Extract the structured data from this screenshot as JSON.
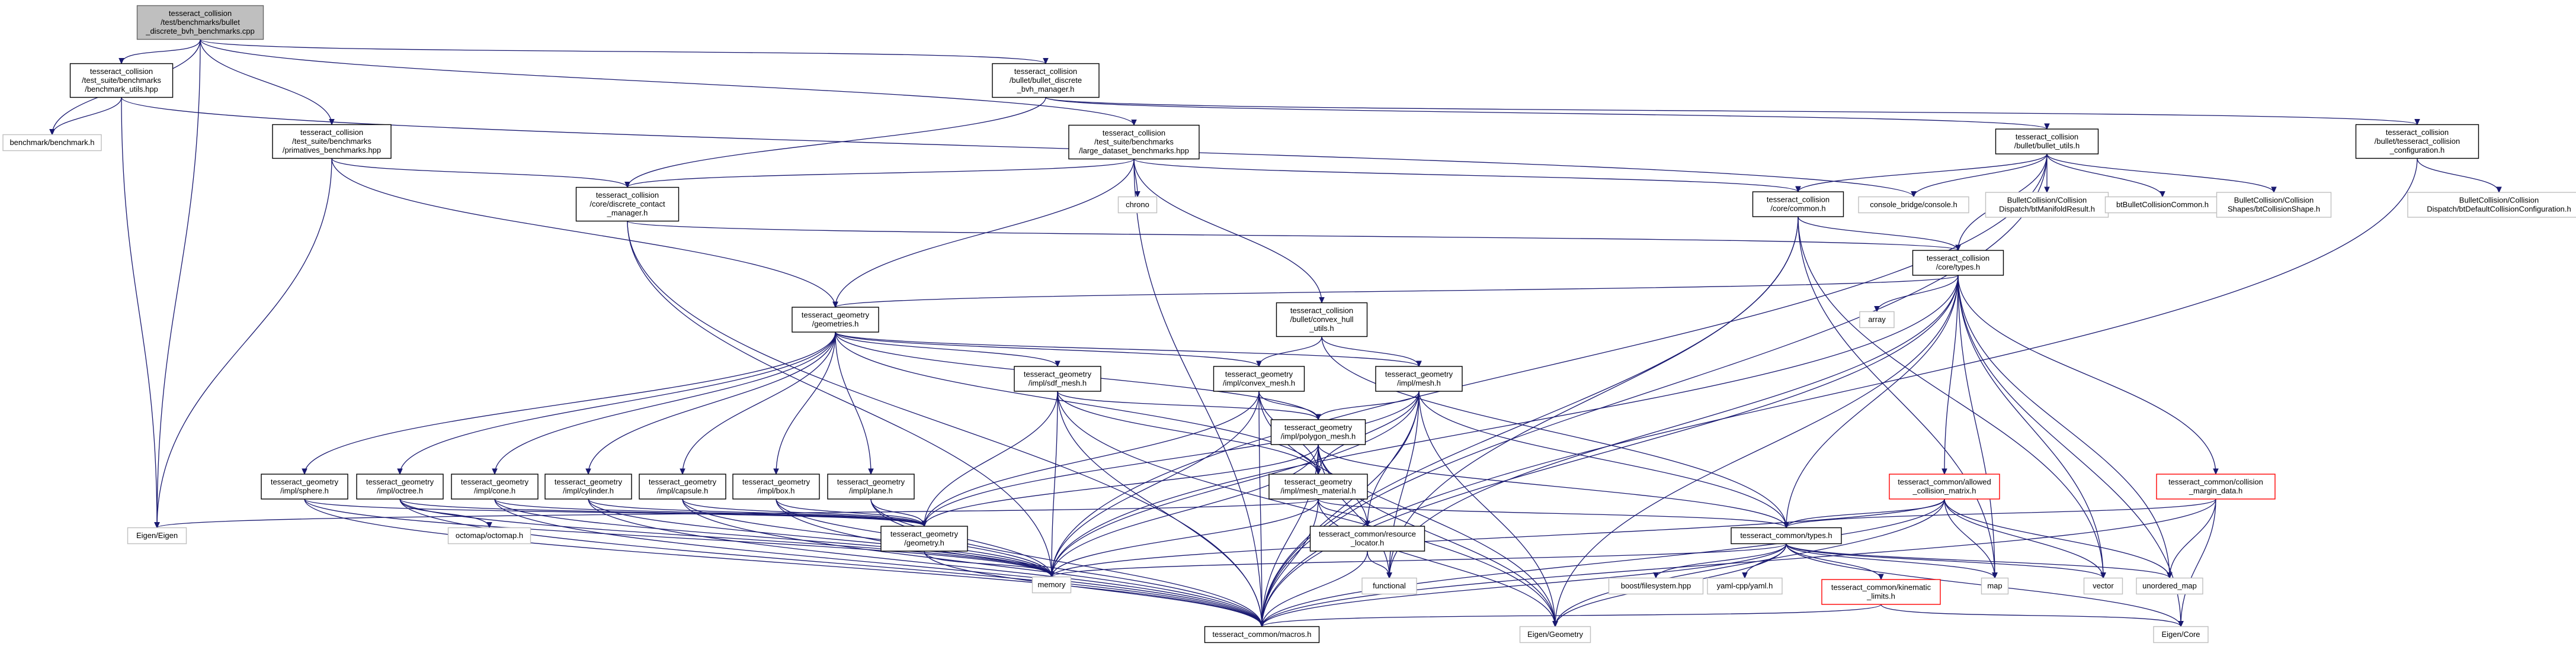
{
  "nodes": [
    {
      "id": "root",
      "lines": [
        "tesseract_collision",
        "/test/benchmarks/bullet",
        "_discrete_bvh_benchmarks.cpp"
      ],
      "style": "root"
    },
    {
      "id": "bench_utils",
      "lines": [
        "tesseract_collision",
        "/test_suite/benchmarks",
        "/benchmark_utils.hpp"
      ],
      "style": "doc"
    },
    {
      "id": "benchmark_h",
      "lines": [
        "benchmark/benchmark.h"
      ],
      "style": "leaf"
    },
    {
      "id": "prim_bench",
      "lines": [
        "tesseract_collision",
        "/test_suite/benchmarks",
        "/primatives_benchmarks.hpp"
      ],
      "style": "doc"
    },
    {
      "id": "bullet_bvh_mgr",
      "lines": [
        "tesseract_collision",
        "/bullet/bullet_discrete",
        "_bvh_manager.h"
      ],
      "style": "doc"
    },
    {
      "id": "large_dataset",
      "lines": [
        "tesseract_collision",
        "/test_suite/benchmarks",
        "/large_dataset_benchmarks.hpp"
      ],
      "style": "doc"
    },
    {
      "id": "bullet_utils",
      "lines": [
        "tesseract_collision",
        "/bullet/bullet_utils.h"
      ],
      "style": "doc"
    },
    {
      "id": "bullet_config",
      "lines": [
        "tesseract_collision",
        "/bullet/tesseract_collision",
        "_configuration.h"
      ],
      "style": "doc"
    },
    {
      "id": "bt_default_cfg",
      "lines": [
        "BulletCollision/Collision",
        "Dispatch/btDefaultCollisionConfiguration.h"
      ],
      "style": "leaf"
    },
    {
      "id": "discrete_mgr",
      "lines": [
        "tesseract_collision",
        "/core/discrete_contact",
        "_manager.h"
      ],
      "style": "doc"
    },
    {
      "id": "chrono",
      "lines": [
        "chrono"
      ],
      "style": "leaf"
    },
    {
      "id": "core_common",
      "lines": [
        "tesseract_collision",
        "/core/common.h"
      ],
      "style": "doc"
    },
    {
      "id": "console_h",
      "lines": [
        "console_bridge/console.h"
      ],
      "style": "leaf"
    },
    {
      "id": "bt_manifold",
      "lines": [
        "BulletCollision/Collision",
        "Dispatch/btManifoldResult.h"
      ],
      "style": "leaf"
    },
    {
      "id": "bt_common",
      "lines": [
        "btBulletCollisionCommon.h"
      ],
      "style": "leaf"
    },
    {
      "id": "bt_shape",
      "lines": [
        "BulletCollision/Collision",
        "Shapes/btCollisionShape.h"
      ],
      "style": "leaf"
    },
    {
      "id": "core_types",
      "lines": [
        "tesseract_collision",
        "/core/types.h"
      ],
      "style": "doc"
    },
    {
      "id": "array",
      "lines": [
        "array"
      ],
      "style": "leaf"
    },
    {
      "id": "geometries_h",
      "lines": [
        "tesseract_geometry",
        "/geometries.h"
      ],
      "style": "doc"
    },
    {
      "id": "convex_hull",
      "lines": [
        "tesseract_collision",
        "/bullet/convex_hull",
        "_utils.h"
      ],
      "style": "doc"
    },
    {
      "id": "sdf_mesh",
      "lines": [
        "tesseract_geometry",
        "/impl/sdf_mesh.h"
      ],
      "style": "doc"
    },
    {
      "id": "convex_mesh",
      "lines": [
        "tesseract_geometry",
        "/impl/convex_mesh.h"
      ],
      "style": "doc"
    },
    {
      "id": "mesh_h",
      "lines": [
        "tesseract_geometry",
        "/impl/mesh.h"
      ],
      "style": "doc"
    },
    {
      "id": "polygon_mesh",
      "lines": [
        "tesseract_geometry",
        "/impl/polygon_mesh.h"
      ],
      "style": "doc"
    },
    {
      "id": "sphere",
      "lines": [
        "tesseract_geometry",
        "/impl/sphere.h"
      ],
      "style": "doc"
    },
    {
      "id": "octree",
      "lines": [
        "tesseract_geometry",
        "/impl/octree.h"
      ],
      "style": "doc"
    },
    {
      "id": "cone",
      "lines": [
        "tesseract_geometry",
        "/impl/cone.h"
      ],
      "style": "doc"
    },
    {
      "id": "cylinder",
      "lines": [
        "tesseract_geometry",
        "/impl/cylinder.h"
      ],
      "style": "doc"
    },
    {
      "id": "capsule",
      "lines": [
        "tesseract_geometry",
        "/impl/capsule.h"
      ],
      "style": "doc"
    },
    {
      "id": "box",
      "lines": [
        "tesseract_geometry",
        "/impl/box.h"
      ],
      "style": "doc"
    },
    {
      "id": "plane",
      "lines": [
        "tesseract_geometry",
        "/impl/plane.h"
      ],
      "style": "doc"
    },
    {
      "id": "mesh_material",
      "lines": [
        "tesseract_geometry",
        "/impl/mesh_material.h"
      ],
      "style": "doc"
    },
    {
      "id": "allowed_cm",
      "lines": [
        "tesseract_common/allowed",
        "_collision_matrix.h"
      ],
      "style": "red"
    },
    {
      "id": "coll_margin",
      "lines": [
        "tesseract_common/collision",
        "_margin_data.h"
      ],
      "style": "red"
    },
    {
      "id": "eigen_eigen",
      "lines": [
        "Eigen/Eigen"
      ],
      "style": "leaf"
    },
    {
      "id": "octomap",
      "lines": [
        "octomap/octomap.h"
      ],
      "style": "leaf"
    },
    {
      "id": "geometry_h",
      "lines": [
        "tesseract_geometry",
        "/geometry.h"
      ],
      "style": "doc"
    },
    {
      "id": "resource_loc",
      "lines": [
        "tesseract_common/resource",
        "_locator.h"
      ],
      "style": "doc"
    },
    {
      "id": "common_types",
      "lines": [
        "tesseract_common/types.h"
      ],
      "style": "doc"
    },
    {
      "id": "memory",
      "lines": [
        "memory"
      ],
      "style": "leaf"
    },
    {
      "id": "functional",
      "lines": [
        "functional"
      ],
      "style": "leaf"
    },
    {
      "id": "filesystem",
      "lines": [
        "boost/filesystem.hpp"
      ],
      "style": "leaf"
    },
    {
      "id": "yaml",
      "lines": [
        "yaml-cpp/yaml.h"
      ],
      "style": "leaf"
    },
    {
      "id": "kin_limits",
      "lines": [
        "tesseract_common/kinematic",
        "_limits.h"
      ],
      "style": "red"
    },
    {
      "id": "map",
      "lines": [
        "map"
      ],
      "style": "leaf"
    },
    {
      "id": "vector",
      "lines": [
        "vector"
      ],
      "style": "leaf"
    },
    {
      "id": "unordered_map",
      "lines": [
        "unordered_map"
      ],
      "style": "leaf"
    },
    {
      "id": "macros",
      "lines": [
        "tesseract_common/macros.h"
      ],
      "style": "doc"
    },
    {
      "id": "eigen_geometry",
      "lines": [
        "Eigen/Geometry"
      ],
      "style": "leaf"
    },
    {
      "id": "eigen_core",
      "lines": [
        "Eigen/Core"
      ],
      "style": "leaf"
    }
  ],
  "edges": [
    [
      "root",
      "bench_utils"
    ],
    [
      "root",
      "benchmark_h"
    ],
    [
      "root",
      "prim_bench"
    ],
    [
      "root",
      "bullet_bvh_mgr"
    ],
    [
      "root",
      "large_dataset"
    ],
    [
      "root",
      "eigen_eigen"
    ],
    [
      "bench_utils",
      "benchmark_h"
    ],
    [
      "bench_utils",
      "eigen_eigen"
    ],
    [
      "bench_utils",
      "console_h"
    ],
    [
      "prim_bench",
      "discrete_mgr"
    ],
    [
      "prim_bench",
      "geometries_h"
    ],
    [
      "prim_bench",
      "eigen_eigen"
    ],
    [
      "bullet_bvh_mgr",
      "discrete_mgr"
    ],
    [
      "bullet_bvh_mgr",
      "bullet_utils"
    ],
    [
      "bullet_bvh_mgr",
      "bullet_config"
    ],
    [
      "large_dataset",
      "discrete_mgr"
    ],
    [
      "large_dataset",
      "chrono"
    ],
    [
      "large_dataset",
      "core_common"
    ],
    [
      "large_dataset",
      "convex_hull"
    ],
    [
      "large_dataset",
      "geometries_h"
    ],
    [
      "large_dataset",
      "macros"
    ],
    [
      "bullet_utils",
      "core_common"
    ],
    [
      "bullet_utils",
      "console_h"
    ],
    [
      "bullet_utils",
      "bt_manifold"
    ],
    [
      "bullet_utils",
      "bt_common"
    ],
    [
      "bullet_utils",
      "bt_shape"
    ],
    [
      "bullet_utils",
      "core_types"
    ],
    [
      "bullet_utils",
      "macros"
    ],
    [
      "bullet_utils",
      "memory"
    ],
    [
      "bullet_config",
      "bt_default_cfg"
    ],
    [
      "bullet_config",
      "macros"
    ],
    [
      "discrete_mgr",
      "core_types"
    ],
    [
      "discrete_mgr",
      "memory"
    ],
    [
      "discrete_mgr",
      "macros"
    ],
    [
      "core_common",
      "core_types"
    ],
    [
      "core_common",
      "map"
    ],
    [
      "core_common",
      "vector"
    ],
    [
      "core_common",
      "macros"
    ],
    [
      "core_common",
      "functional"
    ],
    [
      "core_types",
      "geometries_h"
    ],
    [
      "core_types",
      "array"
    ],
    [
      "core_types",
      "allowed_cm"
    ],
    [
      "core_types",
      "coll_margin"
    ],
    [
      "core_types",
      "common_types"
    ],
    [
      "core_types",
      "map"
    ],
    [
      "core_types",
      "vector"
    ],
    [
      "core_types",
      "unordered_map"
    ],
    [
      "core_types",
      "functional"
    ],
    [
      "core_types",
      "memory"
    ],
    [
      "core_types",
      "macros"
    ],
    [
      "core_types",
      "eigen_core"
    ],
    [
      "core_types",
      "eigen_geometry"
    ],
    [
      "convex_hull",
      "convex_mesh"
    ],
    [
      "convex_hull",
      "mesh_h"
    ],
    [
      "convex_hull",
      "common_types"
    ],
    [
      "geometries_h",
      "sdf_mesh"
    ],
    [
      "geometries_h",
      "convex_mesh"
    ],
    [
      "geometries_h",
      "mesh_h"
    ],
    [
      "geometries_h",
      "polygon_mesh"
    ],
    [
      "geometries_h",
      "sphere"
    ],
    [
      "geometries_h",
      "octree"
    ],
    [
      "geometries_h",
      "cone"
    ],
    [
      "geometries_h",
      "cylinder"
    ],
    [
      "geometries_h",
      "capsule"
    ],
    [
      "geometries_h",
      "box"
    ],
    [
      "geometries_h",
      "plane"
    ],
    [
      "geometries_h",
      "mesh_material"
    ],
    [
      "sdf_mesh",
      "polygon_mesh"
    ],
    [
      "sdf_mesh",
      "mesh_material"
    ],
    [
      "sdf_mesh",
      "geometry_h"
    ],
    [
      "sdf_mesh",
      "memory"
    ],
    [
      "sdf_mesh",
      "macros"
    ],
    [
      "sdf_mesh",
      "eigen_geometry"
    ],
    [
      "convex_mesh",
      "polygon_mesh"
    ],
    [
      "convex_mesh",
      "mesh_material"
    ],
    [
      "convex_mesh",
      "geometry_h"
    ],
    [
      "convex_mesh",
      "memory"
    ],
    [
      "convex_mesh",
      "macros"
    ],
    [
      "convex_mesh",
      "eigen_geometry"
    ],
    [
      "mesh_h",
      "polygon_mesh"
    ],
    [
      "mesh_h",
      "mesh_material"
    ],
    [
      "mesh_h",
      "geometry_h"
    ],
    [
      "mesh_h",
      "memory"
    ],
    [
      "mesh_h",
      "macros"
    ],
    [
      "mesh_h",
      "eigen_geometry"
    ],
    [
      "mesh_h",
      "resource_loc"
    ],
    [
      "mesh_h",
      "common_types"
    ],
    [
      "mesh_h",
      "functional"
    ],
    [
      "polygon_mesh",
      "geometry_h"
    ],
    [
      "polygon_mesh",
      "mesh_material"
    ],
    [
      "polygon_mesh",
      "resource_loc"
    ],
    [
      "polygon_mesh",
      "memory"
    ],
    [
      "polygon_mesh",
      "macros"
    ],
    [
      "polygon_mesh",
      "eigen_geometry"
    ],
    [
      "polygon_mesh",
      "common_types"
    ],
    [
      "polygon_mesh",
      "functional"
    ],
    [
      "mesh_material",
      "resource_loc"
    ],
    [
      "mesh_material",
      "common_types"
    ],
    [
      "mesh_material",
      "eigen_eigen"
    ],
    [
      "mesh_material",
      "memory"
    ],
    [
      "mesh_material",
      "macros"
    ],
    [
      "mesh_material",
      "eigen_geometry"
    ],
    [
      "sphere",
      "geometry_h"
    ],
    [
      "sphere",
      "memory"
    ],
    [
      "sphere",
      "macros"
    ],
    [
      "octree",
      "geometry_h"
    ],
    [
      "octree",
      "octomap"
    ],
    [
      "octree",
      "memory"
    ],
    [
      "octree",
      "macros"
    ],
    [
      "cone",
      "geometry_h"
    ],
    [
      "cone",
      "memory"
    ],
    [
      "cone",
      "macros"
    ],
    [
      "cylinder",
      "geometry_h"
    ],
    [
      "cylinder",
      "memory"
    ],
    [
      "cylinder",
      "macros"
    ],
    [
      "capsule",
      "geometry_h"
    ],
    [
      "capsule",
      "memory"
    ],
    [
      "capsule",
      "macros"
    ],
    [
      "box",
      "geometry_h"
    ],
    [
      "box",
      "memory"
    ],
    [
      "box",
      "macros"
    ],
    [
      "plane",
      "geometry_h"
    ],
    [
      "plane",
      "memory"
    ],
    [
      "plane",
      "macros"
    ],
    [
      "geometry_h",
      "memory"
    ],
    [
      "geometry_h",
      "macros"
    ],
    [
      "resource_loc",
      "functional"
    ],
    [
      "resource_loc",
      "macros"
    ],
    [
      "allowed_cm",
      "common_types"
    ],
    [
      "allowed_cm",
      "memory"
    ],
    [
      "allowed_cm",
      "map"
    ],
    [
      "allowed_cm",
      "vector"
    ],
    [
      "allowed_cm",
      "unordered_map"
    ],
    [
      "allowed_cm",
      "macros"
    ],
    [
      "allowed_cm",
      "eigen_geometry"
    ],
    [
      "coll_margin",
      "common_types"
    ],
    [
      "coll_margin",
      "unordered_map"
    ],
    [
      "coll_margin",
      "eigen_core"
    ],
    [
      "coll_margin",
      "macros"
    ],
    [
      "common_types",
      "kin_limits"
    ],
    [
      "common_types",
      "filesystem"
    ],
    [
      "common_types",
      "yaml"
    ],
    [
      "common_types",
      "map"
    ],
    [
      "common_types",
      "vector"
    ],
    [
      "common_types",
      "unordered_map"
    ],
    [
      "common_types",
      "memory"
    ],
    [
      "common_types",
      "macros"
    ],
    [
      "common_types",
      "eigen_geometry"
    ],
    [
      "common_types",
      "eigen_core"
    ],
    [
      "kin_limits",
      "macros"
    ],
    [
      "kin_limits",
      "eigen_core"
    ]
  ]
}
